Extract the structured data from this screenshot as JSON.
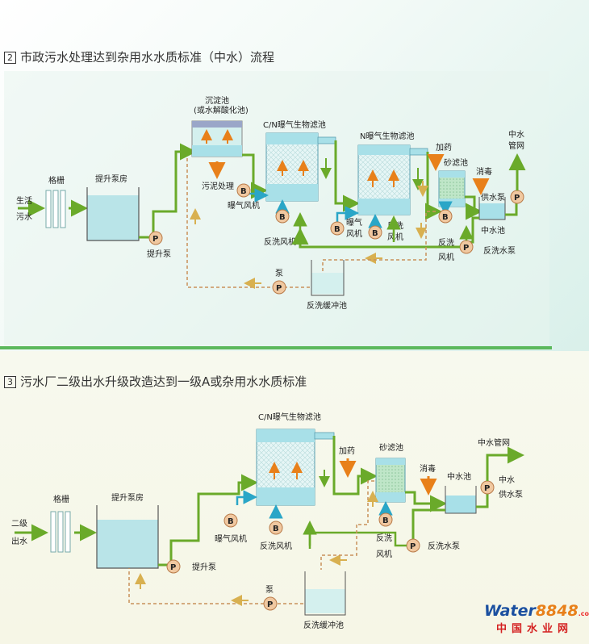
{
  "section2": {
    "number": "2",
    "title": "市政污水处理达到杂用水水质标准（中水）流程",
    "labels": {
      "inlet_l1": "生活",
      "inlet_l2": "污水",
      "screen": "格栅",
      "pump_house": "提升泵房",
      "lift_pump": "提升泵",
      "sed_l1": "沉淀池",
      "sed_l2": "(或水解酸化池)",
      "sludge": "污泥处理",
      "cn_filter": "C/N曝气生物滤池",
      "aer_fan": "曝气风机",
      "bw_fan": "反洗风机",
      "n_filter": "N曝气生物滤池",
      "aer2_l1": "曝气",
      "aer2_l2": "风机",
      "bw2_l1": "反洗",
      "bw2_l2": "风机",
      "dosing": "加药",
      "sand": "砂滤池",
      "disinfect": "消毒",
      "supply_pump": "供水泵",
      "reclaim_l1": "中水",
      "reclaim_l2": "管网",
      "reclaim_tank": "中水池",
      "bw3_l1": "反洗",
      "bw3_l2": "风机",
      "bw_pump": "反洗水泵",
      "pump": "泵",
      "buffer": "反洗缓冲池",
      "P": "P",
      "B": "B"
    }
  },
  "section3": {
    "number": "3",
    "title": "污水厂二级出水升级改造达到一级A或杂用水水质标准",
    "labels": {
      "inlet_l1": "二级",
      "inlet_l2": "出水",
      "screen": "格栅",
      "pump_house": "提升泵房",
      "lift_pump": "提升泵",
      "cn_filter": "C/N曝气生物滤池",
      "aer_fan": "曝气风机",
      "bw_fan": "反洗风机",
      "dosing": "加药",
      "sand": "砂滤池",
      "disinfect": "消毒",
      "reclaim_pipe": "中水管网",
      "reclaim_tank": "中水池",
      "supply_l1": "中水",
      "supply_l2": "供水泵",
      "bw_l1": "反洗",
      "bw_l2": "风机",
      "bw_pump": "反洗水泵",
      "pump": "泵",
      "buffer": "反洗缓冲池",
      "P": "P",
      "B": "B"
    }
  },
  "brand": {
    "en_main": "Water",
    "en_num": "8848",
    "en_suffix": ".com",
    "cn": "中国水业网"
  },
  "colors": {
    "pipe_green": "#6aaa2a",
    "pipe_blue": "#2aa6c7",
    "dashed_brown": "#c9915a",
    "pump_fill": "#f0c8a0",
    "water": "#a8e0e8",
    "arrow_orange": "#e8801a",
    "arrow_yellow": "#d8c04a",
    "divider": "#5cb85c"
  }
}
